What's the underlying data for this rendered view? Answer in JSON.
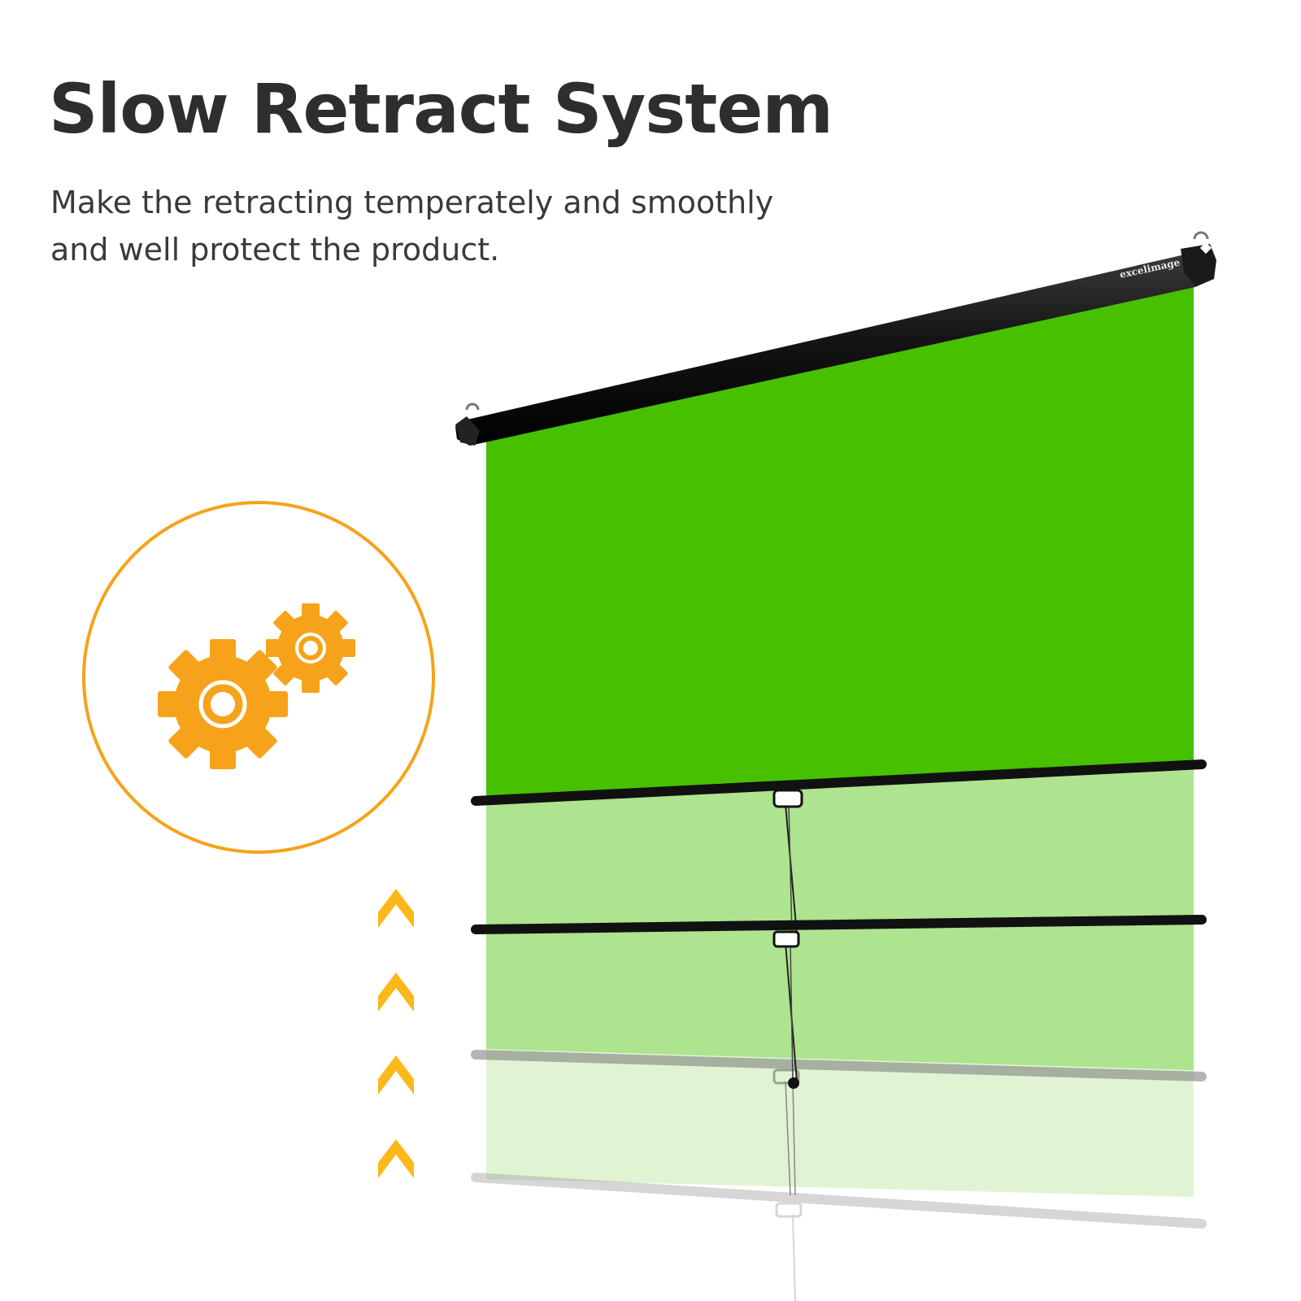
{
  "header": {
    "title": "Slow Retract System",
    "subtitle_line1": "Make the retracting temperately and smoothly",
    "subtitle_line2": "and well protect the product."
  },
  "brand": {
    "name": "excelimage"
  },
  "colors": {
    "accent_orange": "#f7a21b",
    "arrow_yellow": "#fbb81a",
    "screen_green": "#47c000",
    "screen_green_light": "#aee38f",
    "screen_green_pale": "#e0f4d4",
    "casing_black": "#111111"
  },
  "icons": {
    "gears": "gears-icon",
    "arrows": "chevron-up-icon"
  }
}
